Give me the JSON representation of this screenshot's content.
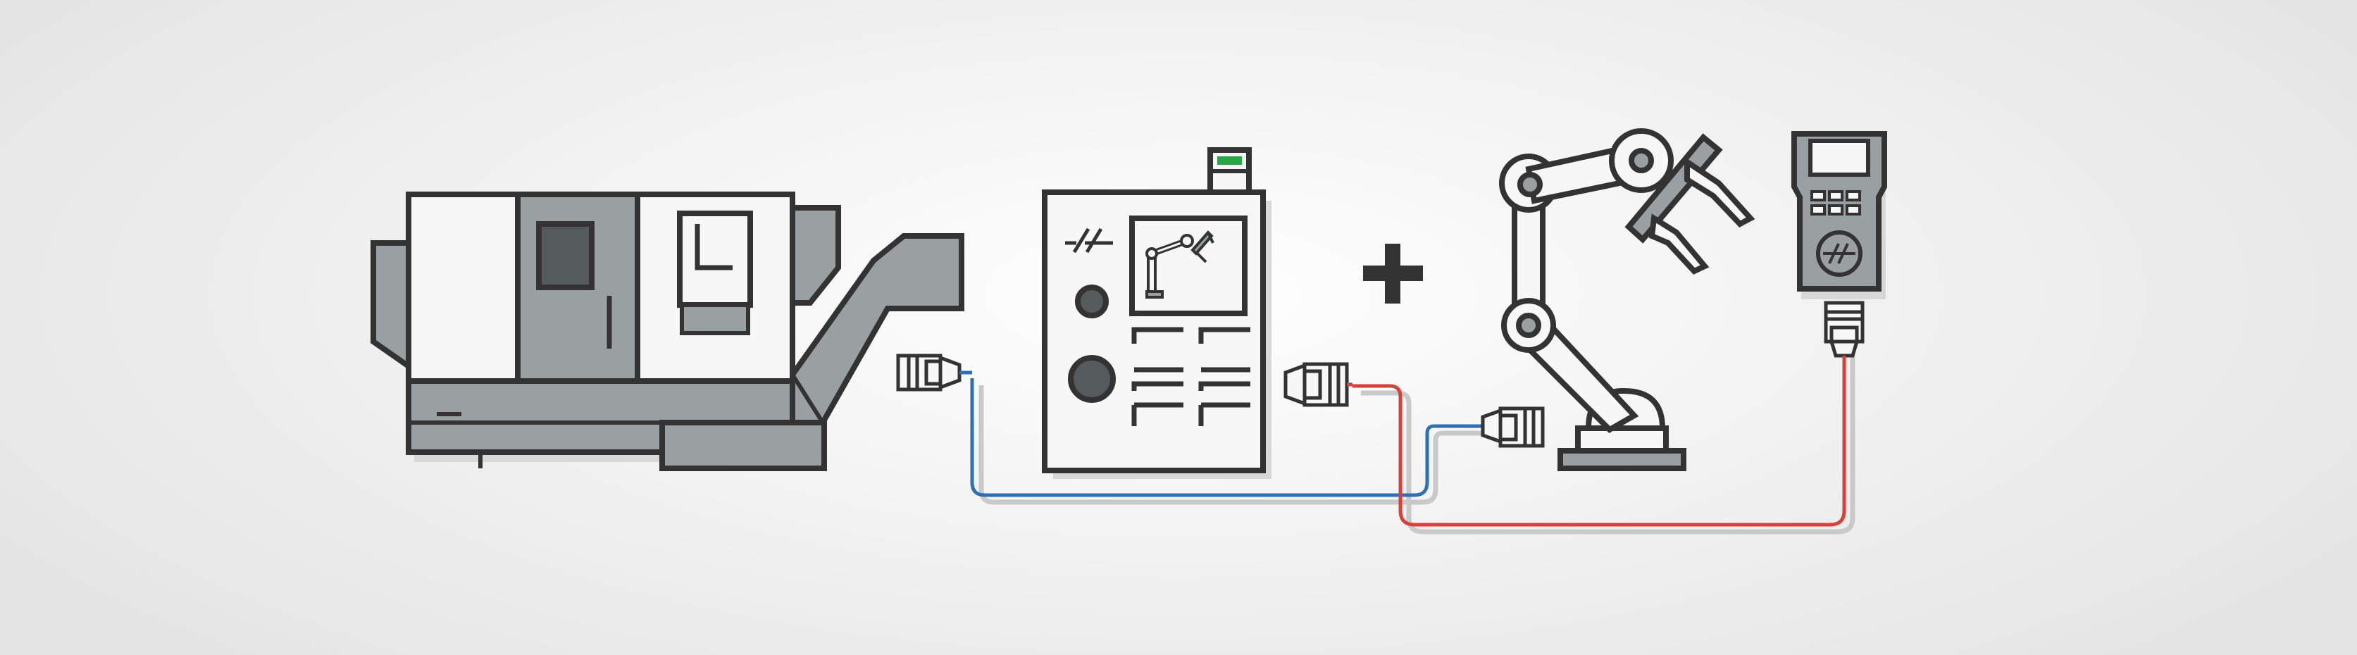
{
  "diagram": {
    "components": [
      {
        "id": "cnc-lathe",
        "kind": "machine"
      },
      {
        "id": "control-pendant",
        "kind": "controller"
      },
      {
        "id": "plus-sign",
        "kind": "operator"
      },
      {
        "id": "robot-arm",
        "kind": "robot"
      },
      {
        "id": "robot-teach-pendant",
        "kind": "handheld"
      }
    ],
    "connections": [
      {
        "from": "cnc-lathe",
        "to": "robot-arm",
        "color": "#2f6fb3"
      },
      {
        "from": "control-pendant",
        "to": "robot-teach-pendant",
        "color": "#d8403b"
      }
    ],
    "colors": {
      "outline": "#333333",
      "machine_gray": "#9aa0a0",
      "panel_white": "#f7f7f7",
      "status_green": "#27a844",
      "cable_blue": "#2f6fb3",
      "cable_red": "#d8403b"
    }
  }
}
